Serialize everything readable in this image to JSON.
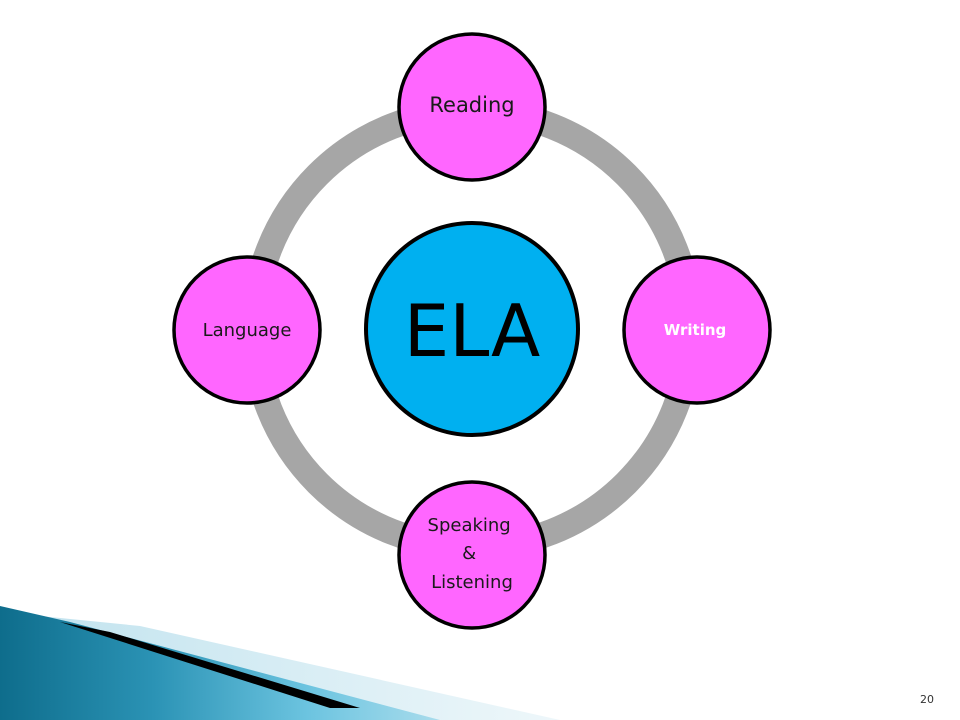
{
  "diagram": {
    "center": {
      "label": "ELA",
      "color": "#00b0f0"
    },
    "nodes": [
      {
        "id": "reading",
        "lines": [
          "Reading"
        ],
        "color": "#ff66ff",
        "text_color": "#1a1a1a"
      },
      {
        "id": "writing",
        "lines": [
          "Writing"
        ],
        "color": "#ff66ff",
        "text_color": "#ffffff"
      },
      {
        "id": "speaking-listening",
        "lines": [
          "Speaking",
          "&",
          "Listening"
        ],
        "color": "#ff66ff",
        "text_color": "#1a1a1a"
      },
      {
        "id": "language",
        "lines": [
          "Language"
        ],
        "color": "#ff66ff",
        "text_color": "#1a1a1a"
      }
    ],
    "ring_color": "#a6a6a6",
    "outline_color": "#000000"
  },
  "footer": {
    "page_number": "20",
    "accent_colors": [
      "#0e6d8c",
      "#5bbcd8",
      "#d4eaf2",
      "#000000"
    ]
  }
}
